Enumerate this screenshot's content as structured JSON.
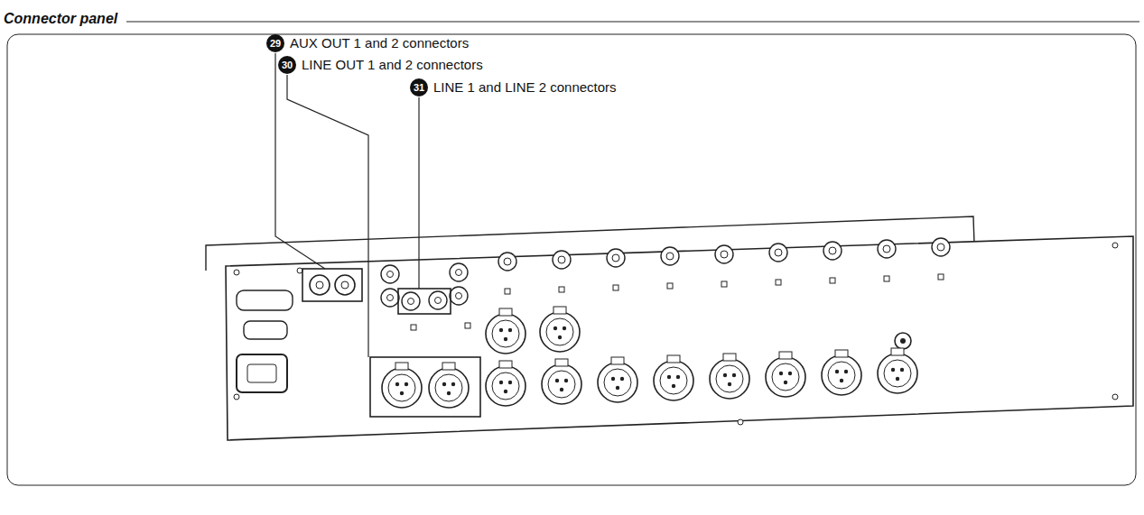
{
  "diagram": {
    "title": "Connector panel",
    "labels": [
      "29",
      "AUX OUT 1 and 2 connectors",
      "30",
      "LINE OUT 1 and 2 connectors",
      "31",
      "LINE 1 and LINE 2 connectors"
    ]
  }
}
